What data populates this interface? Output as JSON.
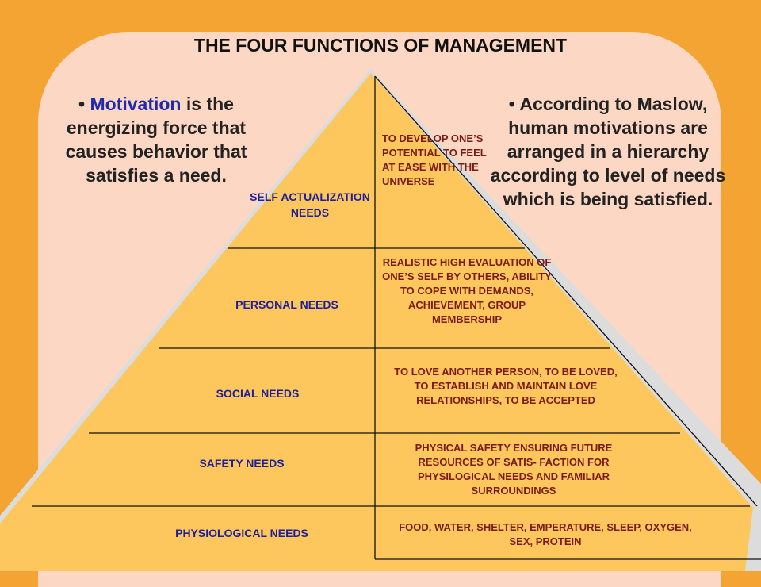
{
  "title": "THE FOUR FUNCTIONS OF MANAGEMENT",
  "left_text": {
    "bullet": "•",
    "highlight": "Motivation",
    "rest": " is the energizing force that causes behavior that satisfies a need."
  },
  "right_text": {
    "bullet": "•",
    "text": "According to Maslow, human motivations are arranged in a hierarchy according to level of needs which is being satisfied."
  },
  "levels": [
    {
      "name": "SELF ACTUALIZATION NEEDS",
      "description": "TO DEVELOP ONE’S POTENTIAL TO FEEL AT EASE WITH THE UNIVERSE"
    },
    {
      "name": "PERSONAL NEEDS",
      "description": "REALISTIC HIGH EVALUATION OF ONE’S SELF BY OTHERS, ABILITY TO COPE WITH DEMANDS, ACHIEVEMENT, GROUP MEMBERSHIP"
    },
    {
      "name": "SOCIAL NEEDS",
      "description": "TO LOVE ANOTHER PERSON, TO BE LOVED, TO ESTABLISH AND MAINTAIN LOVE RELATIONSHIPS, TO BE ACCEPTED"
    },
    {
      "name": "SAFETY NEEDS",
      "description": "PHYSICAL SAFETY ENSURING FUTURE RESOURCES OF SATIS- FACTION FOR PHYSILOGICAL NEEDS AND FAMILIAR SURROUNDINGS"
    },
    {
      "name": "PHYSIOLOGICAL NEEDS",
      "description": "FOOD, WATER, SHELTER, EMPERATURE, SLEEP, OXYGEN, SEX, PROTEIN"
    }
  ],
  "colors": {
    "background": "#F4A433",
    "panel": "#FCD8C4",
    "pyramid_fill": "#FDC75E",
    "pyramid_edge": "#DCDCDC",
    "highlight": "#1F2BA8",
    "level_name": "#1F1F9A",
    "description": "#7A1C14"
  }
}
